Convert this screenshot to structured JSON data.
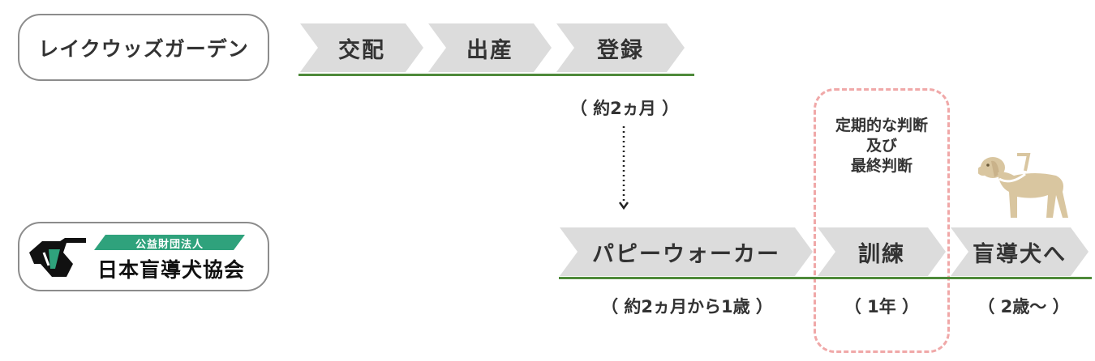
{
  "breeder": {
    "name": "レイクウッズガーデン"
  },
  "association": {
    "tagline": "公益財団法人",
    "name": "日本盲導犬協会"
  },
  "top_steps": [
    "交配",
    "出産",
    "登録"
  ],
  "top_duration": "（ 約2ヵ月 ）",
  "judgement": {
    "line1": "定期的な判断",
    "line2": "及び",
    "line3": "最終判断"
  },
  "bottom_steps": [
    "パピーウォーカー",
    "訓練",
    "盲導犬へ"
  ],
  "bottom_durations": [
    "（ 約2ヵ月から1歳 ）",
    "（ 1年 ）",
    "（ 2歳〜 ）"
  ],
  "icons": {
    "dog": "guide-dog-icon",
    "arrow": "dotted-arrow-down-icon",
    "logo": "dog-logo-icon"
  },
  "colors": {
    "accent_line": "#4e8a3a",
    "chevron": "#dcdcdc",
    "dashed": "#f0a8a8",
    "logo_green": "#2fa27c",
    "dog": "#d9c6a0"
  }
}
